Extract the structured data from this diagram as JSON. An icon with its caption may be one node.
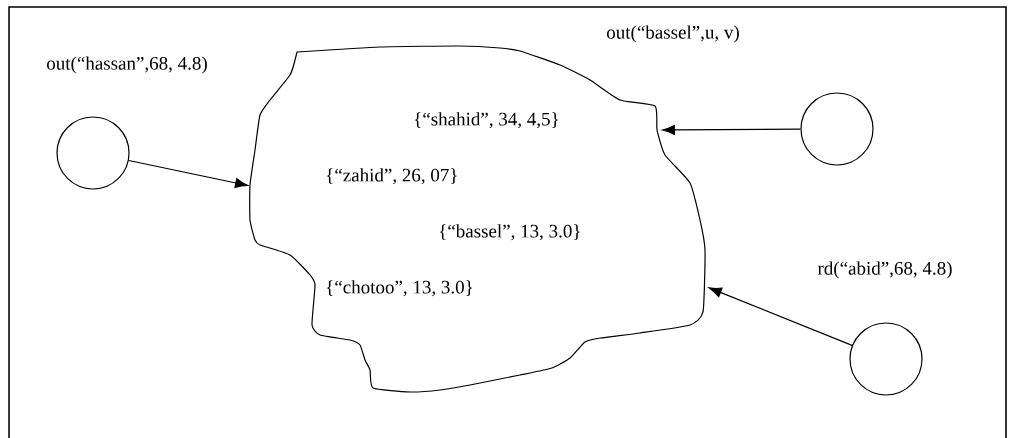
{
  "diagram": {
    "nodes": [
      {
        "text": [],
        "shape": "circle",
        "beside": [
          "out(“hassan”,68, 4.8)"
        ]
      },
      {
        "text": [
          "{“shahid”, 34, 4,5}",
          "{“zahid”, 26, 07}",
          "{“bassel”, 13, 3.0}",
          "{“chotoo”, 13, 3.0}"
        ]
      },
      {
        "text": [],
        "shape": "circle"
      },
      {
        "text": [],
        "shape": "circle",
        "beside": [
          "rd(“abid”,68, 4.8)"
        ]
      }
    ],
    "edges": [
      {
        "from": 0,
        "to": 1,
        "arrow": "to"
      },
      {
        "from": 2,
        "to": 1,
        "arrow": "to"
      },
      {
        "from": 3,
        "to": 1,
        "arrow": "to"
      }
    ],
    "labels": [
      "out(“bassel”,u, v)"
    ]
  }
}
